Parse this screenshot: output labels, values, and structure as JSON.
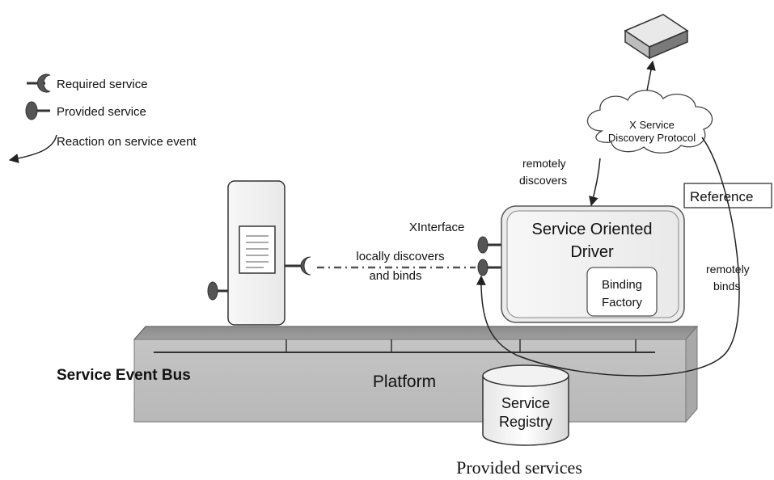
{
  "legend": {
    "required_service": "Required service",
    "provided_service": "Provided service",
    "reaction_on_event": "Reaction on service event"
  },
  "cloud": {
    "line1": "X Service",
    "line2": "Discovery Protocol"
  },
  "edges": {
    "remotely_discovers_1": "remotely",
    "remotely_discovers_2": "discovers",
    "remotely_binds_1": "remotely",
    "remotely_binds_2": "binds",
    "locally_1": "locally  discovers",
    "locally_2": "and binds"
  },
  "reference_box": "Reference",
  "xinterface": "XInterface",
  "driver": {
    "title_1": "Service Oriented",
    "title_2": "Driver",
    "factory_1": "Binding",
    "factory_2": "Factory"
  },
  "platform": {
    "bus_label": "Service Event Bus",
    "label": "Platform"
  },
  "registry": {
    "line1": "Service",
    "line2": "Registry"
  },
  "caption": "Provided services"
}
